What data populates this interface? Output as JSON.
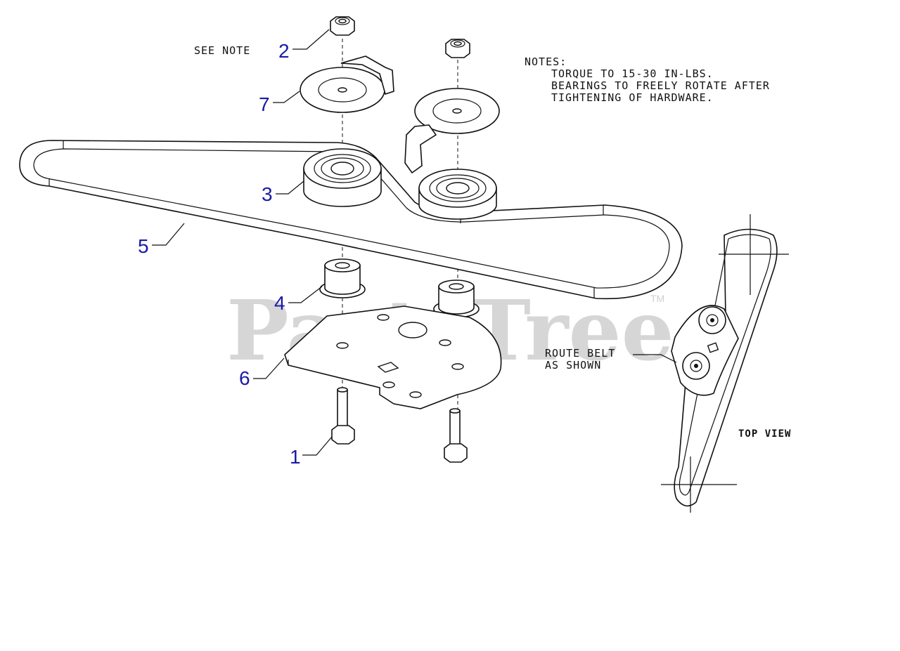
{
  "watermark": {
    "text": "PartsTree",
    "trademark": "TM"
  },
  "notes": {
    "heading": "NOTES:",
    "lines": [
      "TORQUE TO 15-30 IN-LBS.",
      "BEARINGS TO FREELY ROTATE AFTER",
      "TIGHTENING OF HARDWARE."
    ]
  },
  "see_note": "SEE NOTE",
  "route_belt": [
    "ROUTE BELT",
    "AS SHOWN"
  ],
  "top_view": "TOP VIEW",
  "callouts": {
    "c1": "1",
    "c2": "2",
    "c3": "3",
    "c4": "4",
    "c5": "5",
    "c6": "6",
    "c7": "7"
  },
  "colors": {
    "callout": "#1a1aa6",
    "watermark": "#d6d6d6",
    "line": "#111111"
  }
}
